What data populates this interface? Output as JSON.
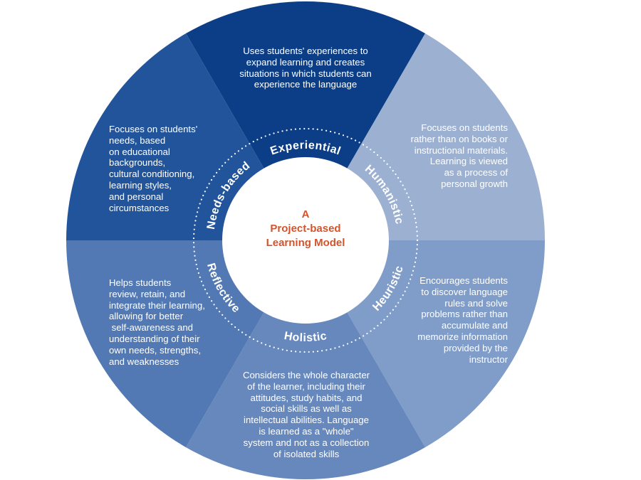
{
  "diagram": {
    "title_lines": [
      "A",
      "Project-based",
      "Learning Model"
    ],
    "colors": {
      "title": "#d3532a",
      "text": "#ffffff",
      "center_fill": "#ffffff",
      "dots": "#ffffff"
    },
    "segments": [
      {
        "key": "experiential",
        "label": "Experiential",
        "color": "#0b3e87",
        "description_lines": [
          "Uses students' experiences to",
          "expand learning and creates",
          "situations in which students can",
          "experience the language"
        ]
      },
      {
        "key": "humanistic",
        "label": "Humanistic",
        "color": "#9cb1d1",
        "description_lines": [
          "Focuses on students",
          "rather than on books or",
          "instructional materials.",
          "Learning is viewed",
          "as a process of",
          "personal growth"
        ]
      },
      {
        "key": "heuristic",
        "label": "Heuristic",
        "color": "#7f9dc8",
        "description_lines": [
          "Encourages students",
          "to discover language",
          "rules and solve",
          "problems rather than",
          "accumulate and",
          "memorize information",
          "provided by the",
          "instructor"
        ]
      },
      {
        "key": "holistic",
        "label": "Holistic",
        "color": "#6688bd",
        "description_lines": [
          "Considers the whole character",
          "of the learner, including their",
          "attitudes, study habits, and",
          "social skills as well as",
          "intellectual abilities. Language",
          "is learned as a \"whole\"",
          "system and not as a collection",
          "of isolated skills"
        ]
      },
      {
        "key": "reflective",
        "label": "Reflective",
        "color": "#5279b3",
        "description_lines": [
          "Helps students",
          "review, retain, and",
          "integrate their learning,",
          "allowing for better",
          " self-awareness and",
          "understanding of their",
          "own needs, strengths,",
          "and weaknesses"
        ]
      },
      {
        "key": "needs-based",
        "label": "Needs-based",
        "color": "#21549a",
        "description_lines": [
          "Focuses on students'",
          "needs, based",
          "on educational",
          "backgrounds,",
          "cultural conditioning,",
          "learning styles,",
          "and personal",
          "circumstances"
        ]
      }
    ]
  }
}
